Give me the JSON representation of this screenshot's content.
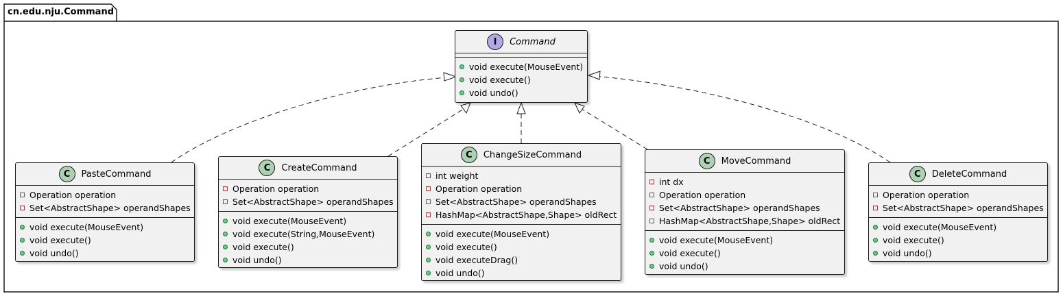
{
  "package": {
    "name": "cn.edu.nju.Command"
  },
  "interface": {
    "name": "Command",
    "stereotype": "I",
    "methods": [
      "void execute(MouseEvent)",
      "void execute()",
      "void undo()"
    ]
  },
  "classes": [
    {
      "name": "PasteCommand",
      "stereotype": "C",
      "fields": [
        "Operation operation",
        "Set<AbstractShape> operandShapes"
      ],
      "methods": [
        "void execute(MouseEvent)",
        "void execute()",
        "void undo()"
      ]
    },
    {
      "name": "CreateCommand",
      "stereotype": "C",
      "fields": [
        "Operation operation",
        "Set<AbstractShape> operandShapes"
      ],
      "methods": [
        "void execute(MouseEvent)",
        "void execute(String,MouseEvent)",
        "void execute()",
        "void undo()"
      ]
    },
    {
      "name": "ChangeSizeCommand",
      "stereotype": "C",
      "fields": [
        "int weight",
        "Operation operation",
        "Set<AbstractShape> operandShapes",
        "HashMap<AbstractShape,Shape> oldRect"
      ],
      "methods": [
        "void execute(MouseEvent)",
        "void execute()",
        "void executeDrag()",
        "void undo()"
      ]
    },
    {
      "name": "MoveCommand",
      "stereotype": "C",
      "fields": [
        "int dx",
        "Operation operation",
        "Set<AbstractShape> operandShapes",
        "HashMap<AbstractShape,Shape> oldRect"
      ],
      "methods": [
        "void execute(MouseEvent)",
        "void execute()",
        "void undo()"
      ]
    },
    {
      "name": "DeleteCommand",
      "stereotype": "C",
      "fields": [
        "Operation operation",
        "Set<AbstractShape> operandShapes"
      ],
      "methods": [
        "void execute(MouseEvent)",
        "void execute()",
        "void undo()"
      ]
    }
  ],
  "colors": {
    "class_badge": "#add1b2",
    "interface_badge": "#b4a7e5",
    "box_fill": "#f1f1f1",
    "public_marker": "#84be84",
    "private_marker": "#c82930"
  }
}
